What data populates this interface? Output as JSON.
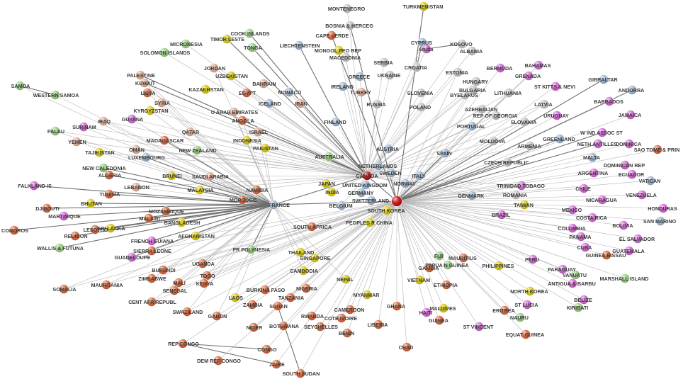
{
  "colors": {
    "hub": "#c00000",
    "africa": "#d05a2e",
    "asia": "#d4c400",
    "europe": "#bcbcbc",
    "oceania": "#8fc878",
    "middle_east": "#d9a38a",
    "americas": "#cf5bcf",
    "major": "#95aec8"
  },
  "hubs": [
    "CANADA",
    "FRANCE"
  ],
  "nodes": [
    {
      "id": "montenegro",
      "label": "MONTENEGRO",
      "group": "europe"
    },
    {
      "id": "turkmenistan",
      "label": "TURKMENISTAN",
      "group": "asia"
    },
    {
      "id": "cook",
      "label": "COOK ISLANDS",
      "group": "oceania"
    },
    {
      "id": "timor",
      "label": "TIMOR LESTE",
      "group": "asia"
    },
    {
      "id": "bosnia",
      "label": "BOSNIA & HERCEG",
      "group": "europe"
    },
    {
      "id": "capeverde",
      "label": "CAPE VERDE",
      "group": "africa"
    },
    {
      "id": "micronesia",
      "label": "MICRONESIA",
      "group": "oceania"
    },
    {
      "id": "cyprus",
      "label": "CYPRUS",
      "group": "major"
    },
    {
      "id": "kosovo",
      "label": "KOSOVO",
      "group": "europe"
    },
    {
      "id": "tonga",
      "label": "TONGA",
      "group": "oceania"
    },
    {
      "id": "liechtenstein",
      "label": "LIECHTENSTEIN",
      "group": "major"
    },
    {
      "id": "mongol",
      "label": "MONGOL PEO REP",
      "group": "asia"
    },
    {
      "id": "serbia",
      "label": "SERBIA",
      "group": "europe"
    },
    {
      "id": "aruba",
      "label": "Aruba",
      "group": "americas"
    },
    {
      "id": "albania",
      "label": "ALBANIA",
      "group": "europe"
    },
    {
      "id": "solomon",
      "label": "SOLOMON ISLANDS",
      "group": "oceania"
    },
    {
      "id": "macedonia",
      "label": "MACEDONIA",
      "group": "europe"
    },
    {
      "id": "croatia",
      "label": "CROATIA",
      "group": "europe"
    },
    {
      "id": "bahamas",
      "label": "BAHAMAS",
      "group": "americas"
    },
    {
      "id": "jordan",
      "label": "JORDAN",
      "group": "middle_east"
    },
    {
      "id": "bermuda",
      "label": "BERMUDA",
      "group": "americas"
    },
    {
      "id": "uzbekistan",
      "label": "UZBEKISTAN",
      "group": "asia"
    },
    {
      "id": "estonia",
      "label": "ESTONIA",
      "group": "europe"
    },
    {
      "id": "grenada",
      "label": "GRENADA",
      "group": "americas"
    },
    {
      "id": "palestine",
      "label": "PALESTINE",
      "group": "middle_east"
    },
    {
      "id": "bahrain",
      "label": "BAHRAIN",
      "group": "middle_east"
    },
    {
      "id": "greece",
      "label": "GREECE",
      "group": "major"
    },
    {
      "id": "ukraine",
      "label": "UKRAINE",
      "group": "europe"
    },
    {
      "id": "hungary",
      "label": "HUNGARY",
      "group": "europe"
    },
    {
      "id": "gibraltar",
      "label": "GIBRALTAR",
      "group": "major"
    },
    {
      "id": "samoa",
      "label": "SAMOA",
      "group": "oceania"
    },
    {
      "id": "kuwait",
      "label": "KUWAIT",
      "group": "middle_east"
    },
    {
      "id": "ireland",
      "label": "IRELAND",
      "group": "major"
    },
    {
      "id": "bulgaria",
      "label": "BULGARIA",
      "group": "europe"
    },
    {
      "id": "kittsnevis",
      "label": "ST KITTS & NEVI",
      "group": "americas"
    },
    {
      "id": "kazakhstan",
      "label": "KAZAKHSTAN",
      "group": "asia"
    },
    {
      "id": "monaco",
      "label": "MONACO",
      "group": "major"
    },
    {
      "id": "turkey",
      "label": "TURKEY",
      "group": "middle_east"
    },
    {
      "id": "slovenia",
      "label": "SLOVENIA",
      "group": "europe"
    },
    {
      "id": "byelarus",
      "label": "BYELARUS",
      "group": "europe"
    },
    {
      "id": "lithuania",
      "label": "LITHUANIA",
      "group": "europe"
    },
    {
      "id": "andorra",
      "label": "ANDORRA",
      "group": "major"
    },
    {
      "id": "westernsamoa",
      "label": "WESTERN SAMOA",
      "group": "oceania"
    },
    {
      "id": "libya",
      "label": "LIBYA",
      "group": "africa"
    },
    {
      "id": "egypt",
      "label": "EGYPT",
      "group": "africa"
    },
    {
      "id": "barbados",
      "label": "BARBADOS",
      "group": "americas"
    },
    {
      "id": "iran",
      "label": "IRAN",
      "group": "middle_east"
    },
    {
      "id": "iceland",
      "label": "ICELAND",
      "group": "major"
    },
    {
      "id": "syria",
      "label": "SYRIA",
      "group": "middle_east"
    },
    {
      "id": "russia",
      "label": "RUSSIA",
      "group": "europe"
    },
    {
      "id": "poland",
      "label": "POLAND",
      "group": "europe"
    },
    {
      "id": "latvia",
      "label": "LATVIA",
      "group": "europe"
    },
    {
      "id": "azerbaijan",
      "label": "AZERBAIJAN",
      "group": "europe"
    },
    {
      "id": "kyrgyzstan",
      "label": "KYRGYZSTAN",
      "group": "asia"
    },
    {
      "id": "georgia",
      "label": "REP OF GEORGIA",
      "group": "europe"
    },
    {
      "id": "jamaica",
      "label": "JAMAICA",
      "group": "americas"
    },
    {
      "id": "uae",
      "label": "U ARAB EMIRATES",
      "group": "middle_east"
    },
    {
      "id": "iraq",
      "label": "IRAQ",
      "group": "middle_east"
    },
    {
      "id": "guyana",
      "label": "GUYANA",
      "group": "americas"
    },
    {
      "id": "uruguay",
      "label": "URUGUAY",
      "group": "americas"
    },
    {
      "id": "suriname",
      "label": "SURINAM",
      "group": "americas"
    },
    {
      "id": "angola",
      "label": "ANGOLA",
      "group": "africa"
    },
    {
      "id": "finland",
      "label": "FINLAND",
      "group": "major"
    },
    {
      "id": "slovakia",
      "label": "SLOVAKIA",
      "group": "europe"
    },
    {
      "id": "portugal",
      "label": "PORTUGAL",
      "group": "major"
    },
    {
      "id": "windassoc",
      "label": "W IND ASSOC ST",
      "group": "americas"
    },
    {
      "id": "palau",
      "label": "PALAU",
      "group": "oceania"
    },
    {
      "id": "qatar",
      "label": "QATAR",
      "group": "middle_east"
    },
    {
      "id": "israel",
      "label": "ISRAEL",
      "group": "middle_east"
    },
    {
      "id": "greenland",
      "label": "GREENLAND",
      "group": "major"
    },
    {
      "id": "yemen",
      "label": "YEMEN",
      "group": "middle_east"
    },
    {
      "id": "dominica",
      "label": "DOMINICA",
      "group": "americas"
    },
    {
      "id": "madagascar",
      "label": "MADAGASCAR",
      "group": "africa"
    },
    {
      "id": "indonesia",
      "label": "INDONESIA",
      "group": "asia"
    },
    {
      "id": "moldova",
      "label": "MOLDOVA",
      "group": "europe"
    },
    {
      "id": "nethantilles",
      "label": "NETH ANTILLES",
      "group": "americas"
    },
    {
      "id": "saotome",
      "label": "SAO TOME & PRIN",
      "group": "africa"
    },
    {
      "id": "oman",
      "label": "OMAN",
      "group": "middle_east"
    },
    {
      "id": "tajikistan",
      "label": "TAJIKISTAN",
      "group": "asia"
    },
    {
      "id": "pakistan",
      "label": "PAKISTAN",
      "group": "asia"
    },
    {
      "id": "newzealand",
      "label": "NEW ZEALAND",
      "group": "oceania"
    },
    {
      "id": "austria",
      "label": "AUSTRIA",
      "group": "major"
    },
    {
      "id": "armenia",
      "label": "ARMENIA",
      "group": "europe"
    },
    {
      "id": "luxembourg",
      "label": "LUXEMBOURG",
      "group": "major"
    },
    {
      "id": "australia",
      "label": "AUSTRALIA",
      "group": "oceania"
    },
    {
      "id": "spain",
      "label": "SPAIN",
      "group": "major"
    },
    {
      "id": "malta",
      "label": "MALTA",
      "group": "major"
    },
    {
      "id": "czech",
      "label": "CZECH REPUBLIC",
      "group": "europe"
    },
    {
      "id": "newcaledonia",
      "label": "NEW CALEDONIA",
      "group": "oceania"
    },
    {
      "id": "netherlands",
      "label": "NETHERLANDS",
      "group": "major"
    },
    {
      "id": "dominicanrep",
      "label": "DOMINICAN REP",
      "group": "americas"
    },
    {
      "id": "algeria",
      "label": "ALGERIA",
      "group": "africa"
    },
    {
      "id": "brunei",
      "label": "BRUNEI",
      "group": "asia"
    },
    {
      "id": "sweden",
      "label": "SWEDEN",
      "group": "major"
    },
    {
      "id": "saudi",
      "label": "SAUDI ARABIA",
      "group": "middle_east"
    },
    {
      "id": "italy",
      "label": "ITALY",
      "group": "major"
    },
    {
      "id": "argentina",
      "label": "ARGENTINA",
      "group": "americas"
    },
    {
      "id": "ecuador",
      "label": "ECUADOR",
      "group": "americas"
    },
    {
      "id": "vatican",
      "label": "VATICAN",
      "group": "major"
    },
    {
      "id": "falkland",
      "label": "FALKLAND IS",
      "group": "americas"
    },
    {
      "id": "lebanon",
      "label": "LEBANON",
      "group": "middle_east"
    },
    {
      "id": "malaysia",
      "label": "MALAYSIA",
      "group": "asia"
    },
    {
      "id": "japan",
      "label": "JAPAN",
      "group": "asia"
    },
    {
      "id": "unitedkingdom",
      "label": "UNITED KINGDOM",
      "group": "major"
    },
    {
      "id": "norway",
      "label": "NORWAY",
      "group": "major"
    },
    {
      "id": "trinidad",
      "label": "TRINIDAD TOBAGO",
      "group": "americas"
    },
    {
      "id": "india",
      "label": "INDIA",
      "group": "asia"
    },
    {
      "id": "chile",
      "label": "CHILE",
      "group": "americas"
    },
    {
      "id": "venezuela",
      "label": "VENEZUELA",
      "group": "americas"
    },
    {
      "id": "tunisia",
      "label": "TUNISIA",
      "group": "africa"
    },
    {
      "id": "namibia",
      "label": "NAMIBIA",
      "group": "africa"
    },
    {
      "id": "germany",
      "label": "GERMANY",
      "group": "major"
    },
    {
      "id": "denmark",
      "label": "DENMARK",
      "group": "major"
    },
    {
      "id": "romania",
      "label": "ROMANIA",
      "group": "europe"
    },
    {
      "id": "djibouti",
      "label": "DJIBOUTI",
      "group": "africa"
    },
    {
      "id": "bhutan",
      "label": "BHUTAN",
      "group": "asia"
    },
    {
      "id": "morocco",
      "label": "MOROCCO",
      "group": "africa"
    },
    {
      "id": "switzerland",
      "label": "SWITZERLAND",
      "group": "major"
    },
    {
      "id": "martinique",
      "label": "MARTINIQUE",
      "group": "americas"
    },
    {
      "id": "nicaragua",
      "label": "NICARAGUA",
      "group": "americas"
    },
    {
      "id": "taiwan",
      "label": "TAIWAN",
      "group": "asia"
    },
    {
      "id": "honduras",
      "label": "HONDURAS",
      "group": "americas"
    },
    {
      "id": "belgium",
      "label": "BELGIUM",
      "group": "major"
    },
    {
      "id": "mexico",
      "label": "MEXICO",
      "group": "americas"
    },
    {
      "id": "mozambique",
      "label": "MOZAMBIQUE",
      "group": "africa"
    },
    {
      "id": "southkorea",
      "label": "SOUTH KOREA",
      "group": "asia"
    },
    {
      "id": "malawi",
      "label": "MALAWI",
      "group": "africa"
    },
    {
      "id": "brazil",
      "label": "BRAZIL",
      "group": "americas"
    },
    {
      "id": "costarica",
      "label": "COSTA RICA",
      "group": "americas"
    },
    {
      "id": "comoros",
      "label": "COMOROS",
      "group": "africa"
    },
    {
      "id": "srilanka",
      "label": "SRI LANKA",
      "group": "asia"
    },
    {
      "id": "lesotho",
      "label": "LESOTHO",
      "group": "africa"
    },
    {
      "id": "bangladesh",
      "label": "BANGLADESH",
      "group": "asia"
    },
    {
      "id": "bolivia",
      "label": "BOLIVIA",
      "group": "americas"
    },
    {
      "id": "sanmarino",
      "label": "SAN MARINO",
      "group": "major"
    },
    {
      "id": "peopleschina",
      "label": "PEOPLES R CHINA",
      "group": "asia"
    },
    {
      "id": "colombia",
      "label": "COLOMBIA",
      "group": "americas"
    },
    {
      "id": "reunion",
      "label": "REUNION",
      "group": "africa"
    },
    {
      "id": "southafrica",
      "label": "SOUTH AFRICA",
      "group": "africa"
    },
    {
      "id": "panama",
      "label": "PANAMA",
      "group": "americas"
    },
    {
      "id": "afghanistan",
      "label": "AFGHANISTAN",
      "group": "asia"
    },
    {
      "id": "frenchguiana",
      "label": "FRENCH GUIANA",
      "group": "americas"
    },
    {
      "id": "elsalvador",
      "label": "EL SALVADOR",
      "group": "americas"
    },
    {
      "id": "wallis",
      "label": "WALLIS & FUTUNA",
      "group": "oceania"
    },
    {
      "id": "cuba",
      "label": "CUBA",
      "group": "americas"
    },
    {
      "id": "frpolynesia",
      "label": "FR POLYNESIA",
      "group": "oceania"
    },
    {
      "id": "guatemala",
      "label": "GUATEMALA",
      "group": "americas"
    },
    {
      "id": "sierraleone",
      "label": "SIERRA LEONE",
      "group": "africa"
    },
    {
      "id": "thailand",
      "label": "THAILAND",
      "group": "asia"
    },
    {
      "id": "fiji",
      "label": "FIJI",
      "group": "oceania"
    },
    {
      "id": "guineabissau",
      "label": "GUINEA BISSAU",
      "group": "africa"
    },
    {
      "id": "singapore",
      "label": "SINGAPORE",
      "group": "asia"
    },
    {
      "id": "mauritius",
      "label": "MAURITIUS",
      "group": "africa"
    },
    {
      "id": "peru",
      "label": "PERU",
      "group": "americas"
    },
    {
      "id": "guadeloupe",
      "label": "GUADELOUPE",
      "group": "americas"
    },
    {
      "id": "uganda",
      "label": "UGANDA",
      "group": "africa"
    },
    {
      "id": "papua",
      "label": "PAPUA N GUINEA",
      "group": "oceania"
    },
    {
      "id": "gambia",
      "label": "GAMBIA",
      "group": "africa"
    },
    {
      "id": "philippines",
      "label": "PHILIPPINES",
      "group": "asia"
    },
    {
      "id": "paraguay",
      "label": "PARAGUAY",
      "group": "americas"
    },
    {
      "id": "vanuatu",
      "label": "VANUATU",
      "group": "oceania"
    },
    {
      "id": "cambodia",
      "label": "CAMBODIA",
      "group": "asia"
    },
    {
      "id": "burundi",
      "label": "BURUNDI",
      "group": "africa"
    },
    {
      "id": "togo",
      "label": "TOGO",
      "group": "africa"
    },
    {
      "id": "zimbabwe",
      "label": "ZIMBABWE",
      "group": "africa"
    },
    {
      "id": "nepal",
      "label": "NEPAL",
      "group": "asia"
    },
    {
      "id": "marshall",
      "label": "MARSHALL ISLAND",
      "group": "oceania"
    },
    {
      "id": "mauritania",
      "label": "MAURITANIA",
      "group": "africa"
    },
    {
      "id": "mali",
      "label": "MALI",
      "group": "africa"
    },
    {
      "id": "kenya",
      "label": "KENYA",
      "group": "africa"
    },
    {
      "id": "vietnam",
      "label": "VIETNAM",
      "group": "asia"
    },
    {
      "id": "ethiopia",
      "label": "ETHIOPIA",
      "group": "africa"
    },
    {
      "id": "antigua",
      "label": "ANTIGUA & BARBU",
      "group": "americas"
    },
    {
      "id": "somalia",
      "label": "SOMALIA",
      "group": "africa"
    },
    {
      "id": "senegal",
      "label": "SENEGAL",
      "group": "africa"
    },
    {
      "id": "burkina",
      "label": "BURKINA FASO",
      "group": "africa"
    },
    {
      "id": "nigeria",
      "label": "NIGERIA",
      "group": "africa"
    },
    {
      "id": "northkorea",
      "label": "NORTH KOREA",
      "group": "asia"
    },
    {
      "id": "myanmar",
      "label": "MYANMAR",
      "group": "asia"
    },
    {
      "id": "laos",
      "label": "LAOS",
      "group": "asia"
    },
    {
      "id": "belize",
      "label": "BELIZE",
      "group": "americas"
    },
    {
      "id": "zambia",
      "label": "ZAMBIA",
      "group": "africa"
    },
    {
      "id": "tanzania",
      "label": "TANZANIA",
      "group": "africa"
    },
    {
      "id": "stlucia",
      "label": "ST LUCIA",
      "group": "americas"
    },
    {
      "id": "kiribati",
      "label": "KIRIBATI",
      "group": "oceania"
    },
    {
      "id": "centafr",
      "label": "CENT AFR REPUBL",
      "group": "africa"
    },
    {
      "id": "sudan",
      "label": "SUDAN",
      "group": "africa"
    },
    {
      "id": "swaziland",
      "label": "SWAZILAND",
      "group": "africa"
    },
    {
      "id": "maldives",
      "label": "MALDIVES",
      "group": "asia"
    },
    {
      "id": "eritrea",
      "label": "ERITREA",
      "group": "africa"
    },
    {
      "id": "cameroon",
      "label": "CAMEROON",
      "group": "africa"
    },
    {
      "id": "ghana",
      "label": "GHANA",
      "group": "africa"
    },
    {
      "id": "haiti",
      "label": "HAITI",
      "group": "americas"
    },
    {
      "id": "rwanda",
      "label": "RWANDA",
      "group": "africa"
    },
    {
      "id": "cotedivoire",
      "label": "COTE IVOIRE",
      "group": "africa"
    },
    {
      "id": "nauru",
      "label": "NAURU",
      "group": "oceania"
    },
    {
      "id": "gabon",
      "label": "GABON",
      "group": "africa"
    },
    {
      "id": "guinea",
      "label": "GUINEA",
      "group": "africa"
    },
    {
      "id": "liberia",
      "label": "LIBERIA",
      "group": "africa"
    },
    {
      "id": "stvincent",
      "label": "ST VINCENT",
      "group": "americas"
    },
    {
      "id": "niger",
      "label": "NIGER",
      "group": "africa"
    },
    {
      "id": "botswana",
      "label": "BOTSWANA",
      "group": "africa"
    },
    {
      "id": "seychelles",
      "label": "SEYCHELLES",
      "group": "africa"
    },
    {
      "id": "benin",
      "label": "BENIN",
      "group": "africa"
    },
    {
      "id": "equatguinea",
      "label": "EQUAT GUINEA",
      "group": "africa"
    },
    {
      "id": "chad",
      "label": "CHAD",
      "group": "africa"
    },
    {
      "id": "repcongo",
      "label": "REP CONGO",
      "group": "africa"
    },
    {
      "id": "congo",
      "label": "CONGO",
      "group": "africa"
    },
    {
      "id": "demrepcongo",
      "label": "DEM REP CONGO",
      "group": "africa"
    },
    {
      "id": "zaire",
      "label": "ZAIRE",
      "group": "africa"
    },
    {
      "id": "southsudan",
      "label": "SOUTH SUDAN",
      "group": "africa"
    }
  ]
}
